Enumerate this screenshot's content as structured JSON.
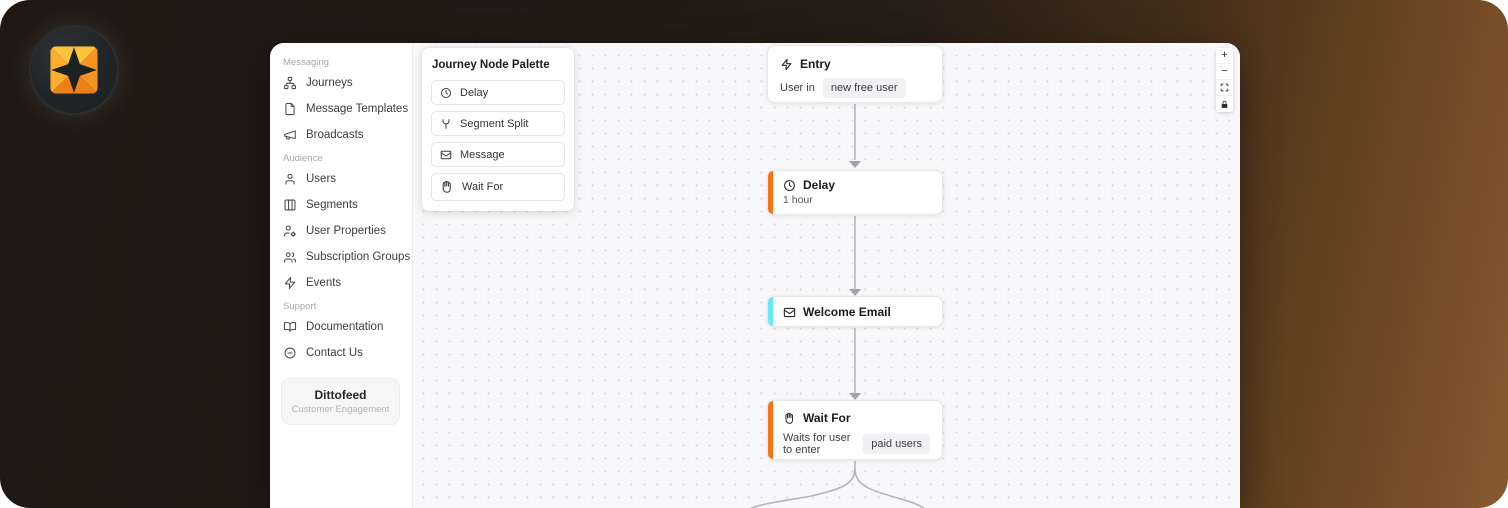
{
  "sidebar": {
    "sections": [
      {
        "label": "Messaging",
        "items": [
          {
            "label": "Journeys",
            "icon": "journeys-icon"
          },
          {
            "label": "Message Templates",
            "icon": "file-icon"
          },
          {
            "label": "Broadcasts",
            "icon": "megaphone-icon"
          }
        ]
      },
      {
        "label": "Audience",
        "items": [
          {
            "label": "Users",
            "icon": "user-icon"
          },
          {
            "label": "Segments",
            "icon": "columns-icon"
          },
          {
            "label": "User Properties",
            "icon": "user-gear-icon"
          },
          {
            "label": "Subscription Groups",
            "icon": "users-icon"
          },
          {
            "label": "Events",
            "icon": "zap-icon"
          }
        ]
      },
      {
        "label": "Support",
        "items": [
          {
            "label": "Documentation",
            "icon": "book-open-icon"
          },
          {
            "label": "Contact Us",
            "icon": "chat-circle-icon"
          }
        ]
      }
    ],
    "brand": {
      "name": "Dittofeed",
      "tagline": "Customer Engagement"
    }
  },
  "palette": {
    "title": "Journey Node Palette",
    "items": [
      {
        "label": "Delay",
        "icon": "clock-icon"
      },
      {
        "label": "Segment Split",
        "icon": "split-icon"
      },
      {
        "label": "Message",
        "icon": "mail-icon"
      },
      {
        "label": "Wait For",
        "icon": "hand-icon"
      }
    ]
  },
  "nodes": {
    "entry": {
      "title": "Entry",
      "icon": "zap-icon",
      "desc_prefix": "User in",
      "chip": "new free user"
    },
    "delay": {
      "title": "Delay",
      "icon": "clock-icon",
      "subtitle": "1 hour"
    },
    "welcome": {
      "title": "Welcome Email",
      "icon": "mail-icon"
    },
    "wait": {
      "title": "Wait For",
      "icon": "hand-icon",
      "desc_prefix": "Waits for user to enter",
      "chip": "paid users"
    }
  },
  "controls": {
    "zoom_in_label": "+",
    "zoom_out_label": "−",
    "buttons": [
      "zoom-in",
      "zoom-out",
      "fit-view",
      "lock"
    ]
  },
  "colors": {
    "accent_orange": "#f97316",
    "accent_cyan": "#67e8f9",
    "edge": "#b4b4bd"
  }
}
